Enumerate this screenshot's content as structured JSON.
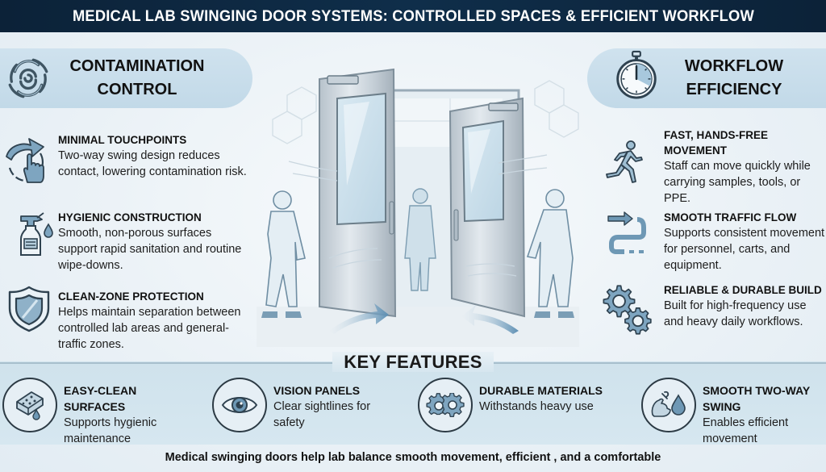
{
  "header": {
    "title": "MEDICAL LAB SWINGING DOOR SYSTEMS: CONTROLLED SPACES & EFFICIENT WORKFLOW"
  },
  "left_section": {
    "title": "CONTAMINATION CONTROL",
    "icon": "swirl-icon",
    "features": [
      {
        "icon": "touch-rotate-icon",
        "title": "MINIMAL TOUCHPOINTS",
        "description": "Two-way swing design reduces contact, lowering contamination risk."
      },
      {
        "icon": "spray-bottle-icon",
        "title": "HYGIENIC CONSTRUCTION",
        "description": "Smooth, non-porous surfaces support rapid sanitation and routine wipe-downs."
      },
      {
        "icon": "shield-icon",
        "title": "CLEAN-ZONE PROTECTION",
        "description": "Helps maintain separation between controlled lab areas and general-traffic zones."
      }
    ]
  },
  "right_section": {
    "title": "WORKFLOW EFFICIENCY",
    "icon": "stopwatch-icon",
    "features": [
      {
        "icon": "running-person-icon",
        "title": "FAST, HANDS-FREE MOVEMENT",
        "description": "Staff can move quickly while carrying samples, tools, or PPE."
      },
      {
        "icon": "traffic-flow-arrow-icon",
        "title": "SMOOTH TRAFFIC FLOW",
        "description": "Supports consistent movement for personnel, carts, and equipment."
      },
      {
        "icon": "gears-icon",
        "title": "RELIABLE & DURABLE BUILD",
        "description": "Built for high-frequency use and heavy daily workflows."
      }
    ]
  },
  "illustration": {
    "description": "Double swinging lab doors with vision panels, staff in protective suits passing through"
  },
  "key_features": {
    "title": "KEY FEATURES",
    "items": [
      {
        "icon": "sponge-icon",
        "title": "EASY-CLEAN SURFACES",
        "description": "Supports hygienic maintenance"
      },
      {
        "icon": "eye-icon",
        "title": "VISION PANELS",
        "description": "Clear sightlines for safety"
      },
      {
        "icon": "gears-icon",
        "title": "DURABLE MATERIALS",
        "description": "Withstands heavy use"
      },
      {
        "icon": "strength-drop-icon",
        "title": "SMOOTH TWO-WAY SWING",
        "description": "Enables efficient movement"
      }
    ]
  },
  "footer": {
    "text": "Medical swinging doors help lab balance smooth movement, efficient , and a comfortable"
  },
  "colors": {
    "header_bg": "#0c2238",
    "accent_blue": "#5f8fb0",
    "pill_bg": "#c8dde9",
    "icon_stroke": "#3a4d5c"
  }
}
